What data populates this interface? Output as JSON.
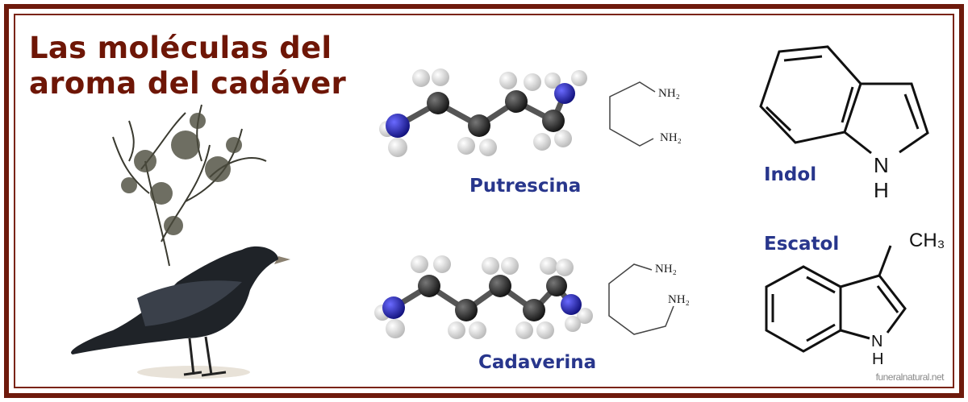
{
  "title": {
    "line1": "Las moléculas del",
    "line2": "aroma del cadáver"
  },
  "molecules": [
    {
      "name": "Putrescina",
      "groups": [
        "NH2",
        "NH2"
      ]
    },
    {
      "name": "Cadaverina",
      "groups": [
        "NH2",
        "NH2"
      ]
    },
    {
      "name": "Indol",
      "atoms": [
        "N",
        "H"
      ]
    },
    {
      "name": "Escatol",
      "atoms": [
        "N",
        "H"
      ],
      "substituent": "CH3"
    }
  ],
  "credit": "funeralnatural.net",
  "colors": {
    "frame": "#6e1a0c",
    "title": "#6e1606",
    "label": "#28368c",
    "nitrogen": "#1a1fb0",
    "carbon": "#1a1a1a",
    "hydrogen": "#f2f2f2"
  }
}
